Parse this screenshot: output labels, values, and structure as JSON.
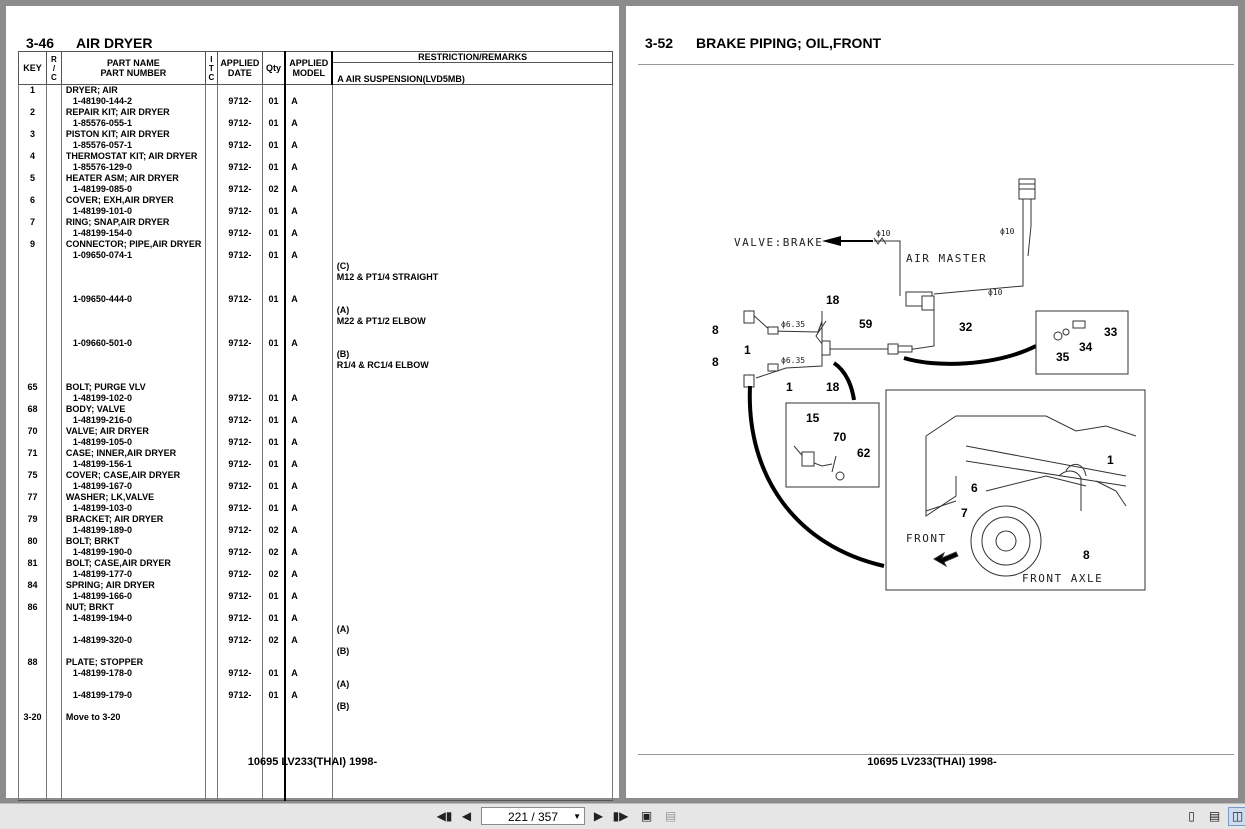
{
  "left_page": {
    "section": "3-46",
    "title": "AIR DRYER",
    "headers": {
      "key": "KEY",
      "rc": [
        "R",
        "/",
        "C"
      ],
      "part_name": "PART NAME",
      "part_number": "PART NUMBER",
      "itc": [
        "I",
        "T",
        "C"
      ],
      "applied_date": [
        "APPLIED",
        "DATE"
      ],
      "qty": "Qty",
      "applied_model": [
        "APPLIED",
        "MODEL"
      ],
      "remarks": "RESTRICTION/REMARKS",
      "remarks_note": "A AIR SUSPENSION(LVD5MB)"
    },
    "rows": [
      {
        "key": "1",
        "name": "DRYER; AIR"
      },
      {
        "num": "1-48190-144-2",
        "date": "9712-",
        "qty": "01",
        "model": "A"
      },
      {
        "key": "2",
        "name": "REPAIR KIT; AIR DRYER"
      },
      {
        "num": "1-85576-055-1",
        "date": "9712-",
        "qty": "01",
        "model": "A"
      },
      {
        "key": "3",
        "name": "PISTON KIT; AIR DRYER"
      },
      {
        "num": "1-85576-057-1",
        "date": "9712-",
        "qty": "01",
        "model": "A"
      },
      {
        "key": "4",
        "name": "THERMOSTAT KIT; AIR DRYER"
      },
      {
        "num": "1-85576-129-0",
        "date": "9712-",
        "qty": "01",
        "model": "A"
      },
      {
        "key": "5",
        "name": "HEATER ASM; AIR DRYER"
      },
      {
        "num": "1-48199-085-0",
        "date": "9712-",
        "qty": "02",
        "model": "A"
      },
      {
        "key": "6",
        "name": "COVER; EXH,AIR DRYER"
      },
      {
        "num": "1-48199-101-0",
        "date": "9712-",
        "qty": "01",
        "model": "A"
      },
      {
        "key": "7",
        "name": "RING; SNAP,AIR DRYER"
      },
      {
        "num": "1-48199-154-0",
        "date": "9712-",
        "qty": "01",
        "model": "A"
      },
      {
        "key": "9",
        "name": "CONNECTOR; PIPE,AIR DRYER"
      },
      {
        "num": "1-09650-074-1",
        "date": "9712-",
        "qty": "01",
        "model": "A"
      },
      {
        "remark": "(C)"
      },
      {
        "remark": "M12 & PT1/4 STRAIGHT"
      },
      {},
      {
        "num": "1-09650-444-0",
        "date": "9712-",
        "qty": "01",
        "model": "A"
      },
      {
        "remark": "(A)"
      },
      {
        "remark": "M22 & PT1/2 ELBOW"
      },
      {},
      {
        "num": "1-09660-501-0",
        "date": "9712-",
        "qty": "01",
        "model": "A"
      },
      {
        "remark": "(B)"
      },
      {
        "remark": "R1/4 & RC1/4 ELBOW"
      },
      {},
      {
        "key": "65",
        "name": "BOLT; PURGE VLV"
      },
      {
        "num": "1-48199-102-0",
        "date": "9712-",
        "qty": "01",
        "model": "A"
      },
      {
        "key": "68",
        "name": "BODY; VALVE"
      },
      {
        "num": "1-48199-216-0",
        "date": "9712-",
        "qty": "01",
        "model": "A"
      },
      {
        "key": "70",
        "name": "VALVE; AIR DRYER"
      },
      {
        "num": "1-48199-105-0",
        "date": "9712-",
        "qty": "01",
        "model": "A"
      },
      {
        "key": "71",
        "name": "CASE; INNER,AIR DRYER"
      },
      {
        "num": "1-48199-156-1",
        "date": "9712-",
        "qty": "01",
        "model": "A"
      },
      {
        "key": "75",
        "name": "COVER; CASE,AIR DRYER"
      },
      {
        "num": "1-48199-167-0",
        "date": "9712-",
        "qty": "01",
        "model": "A"
      },
      {
        "key": "77",
        "name": "WASHER; LK,VALVE"
      },
      {
        "num": "1-48199-103-0",
        "date": "9712-",
        "qty": "01",
        "model": "A"
      },
      {
        "key": "79",
        "name": "BRACKET; AIR DRYER"
      },
      {
        "num": "1-48199-189-0",
        "date": "9712-",
        "qty": "02",
        "model": "A"
      },
      {
        "key": "80",
        "name": "BOLT; BRKT"
      },
      {
        "num": "1-48199-190-0",
        "date": "9712-",
        "qty": "02",
        "model": "A"
      },
      {
        "key": "81",
        "name": "BOLT; CASE,AIR DRYER"
      },
      {
        "num": "1-48199-177-0",
        "date": "9712-",
        "qty": "02",
        "model": "A"
      },
      {
        "key": "84",
        "name": "SPRING; AIR DRYER"
      },
      {
        "num": "1-48199-166-0",
        "date": "9712-",
        "qty": "01",
        "model": "A"
      },
      {
        "key": "86",
        "name": "NUT; BRKT"
      },
      {
        "num": "1-48199-194-0",
        "date": "9712-",
        "qty": "01",
        "model": "A"
      },
      {
        "remark": "(A)"
      },
      {
        "num": "1-48199-320-0",
        "date": "9712-",
        "qty": "02",
        "model": "A"
      },
      {
        "remark": "(B)"
      },
      {
        "key": "88",
        "name": "PLATE; STOPPER"
      },
      {
        "num": "1-48199-178-0",
        "date": "9712-",
        "qty": "01",
        "model": "A"
      },
      {
        "remark": "(A)"
      },
      {
        "num": "1-48199-179-0",
        "date": "9712-",
        "qty": "01",
        "model": "A"
      },
      {
        "remark": "(B)"
      },
      {
        "key": "3-20",
        "name": "Move to 3-20"
      },
      {},
      {},
      {},
      {},
      {},
      {},
      {}
    ],
    "footer": "10695 LV233(THAI) 1998-"
  },
  "right_page": {
    "section": "3-52",
    "title": "BRAKE PIPING; OIL,FRONT",
    "footer": "10695 LV233(THAI) 1998-",
    "diagram": {
      "text_labels": {
        "valve_brake": "VALVE:BRAKE",
        "air_master": "AIR MASTER",
        "front": "FRONT",
        "front_axle": "FRONT AXLE",
        "phi10_a": "ϕ10",
        "phi10_b": "ϕ10",
        "phi10_c": "ϕ10",
        "phi635_a": "ϕ6.35",
        "phi635_b": "ϕ6.35"
      },
      "callouts": [
        "18",
        "8",
        "1",
        "59",
        "32",
        "8",
        "1",
        "18",
        "33",
        "34",
        "35",
        "15",
        "70",
        "62",
        "1",
        "6",
        "7",
        "8"
      ]
    }
  },
  "toolbar": {
    "page_display": "221 / 357",
    "first_icon": "first-page-icon",
    "prev_icon": "previous-page-icon",
    "next_icon": "next-page-icon",
    "last_icon": "last-page-icon"
  }
}
